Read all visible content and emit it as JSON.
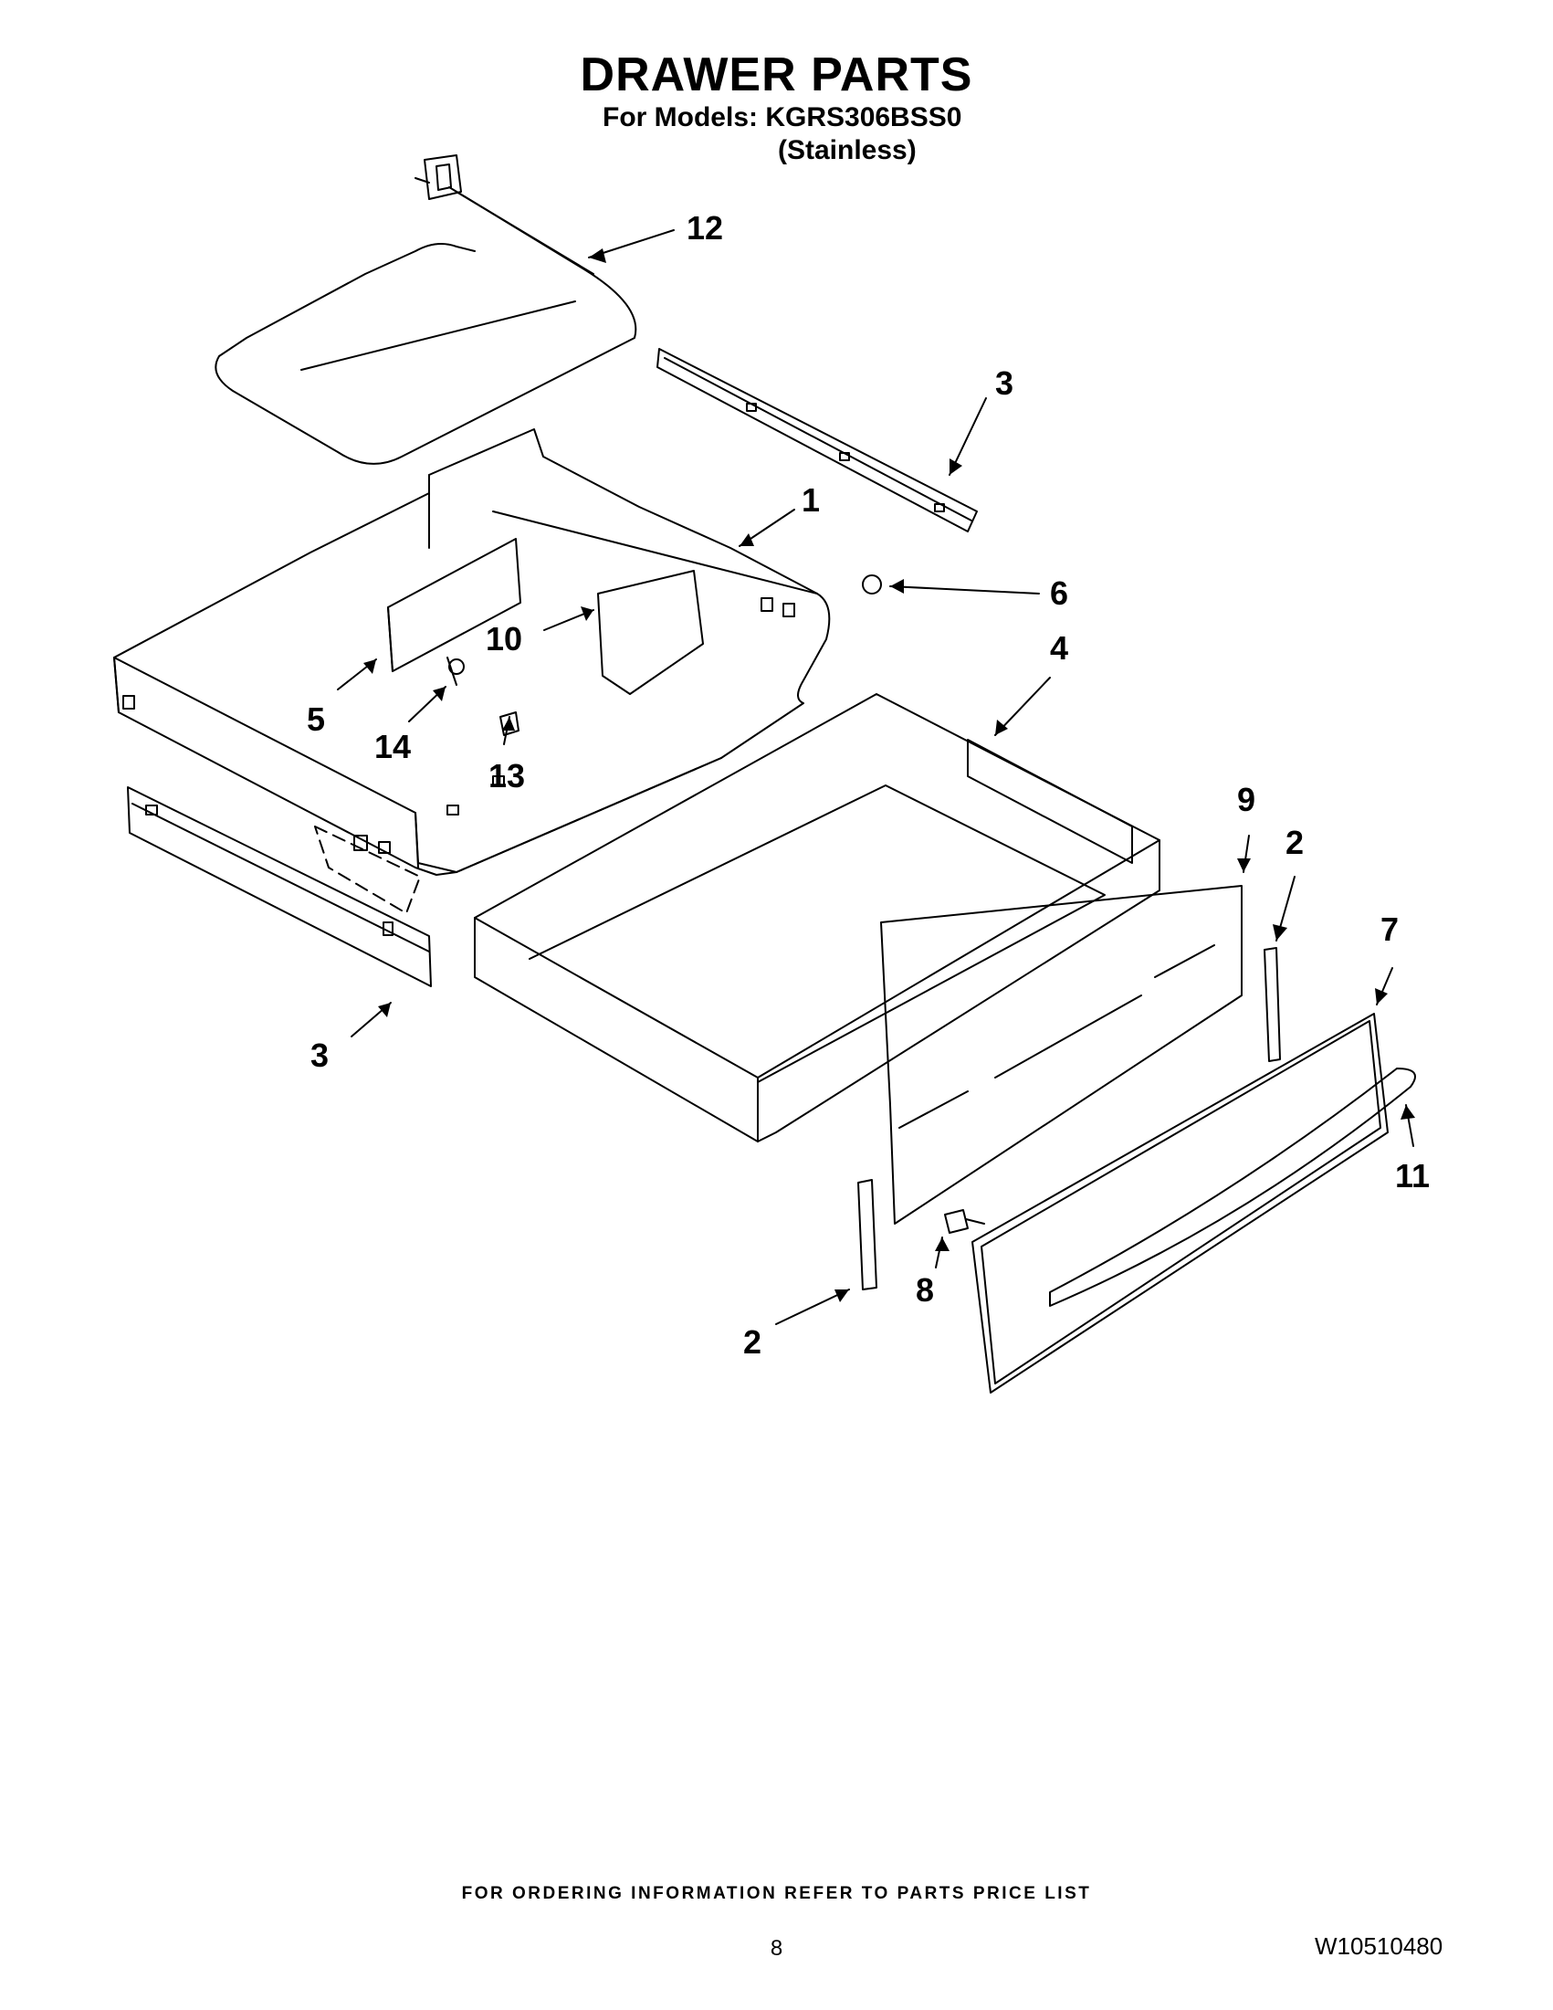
{
  "header": {
    "title": "DRAWER PARTS",
    "models_line": "For Models: KGRS306BSS0",
    "variant": "(Stainless)"
  },
  "callouts": [
    "12",
    "3",
    "1",
    "6",
    "4",
    "10",
    "5",
    "14",
    "13",
    "9",
    "2",
    "7",
    "3",
    "11",
    "8",
    "2"
  ],
  "footer": {
    "ordering_note": "FOR ORDERING INFORMATION REFER TO PARTS PRICE LIST",
    "page_number": "8",
    "document_number": "W10510480"
  }
}
